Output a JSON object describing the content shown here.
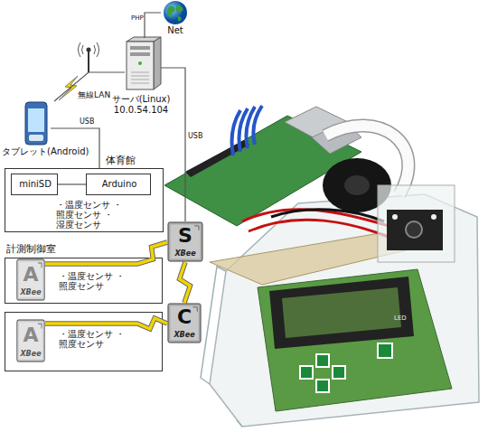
{
  "diagram": {
    "nodes": [
      {
        "text": [
          "Net"
        ]
      },
      {
        "text": [
          "サーバ(Linux) 10.0.54.104"
        ]
      },
      {
        "text": [
          "タブレット(Android)"
        ]
      },
      {
        "text": [
          "体育館",
          "・温度センサ ・照度センサ ・湿度センサ"
        ]
      },
      {
        "text": [
          "miniSD"
        ],
        "in": 3
      },
      {
        "text": [
          "Arduino"
        ],
        "in": 3
      },
      {
        "text": [
          "S",
          "XBee"
        ]
      },
      {
        "text": [
          "計測制御室",
          "・温度センサ ・照度センサ"
        ]
      },
      {
        "text": [
          "A",
          "XBee"
        ],
        "in": 7
      },
      {
        "text": [
          "C",
          "XBee"
        ]
      },
      {
        "text": [
          "・温度センサ ・照度センサ"
        ]
      },
      {
        "text": [
          "A",
          "XBee"
        ],
        "in": 10
      }
    ],
    "edges": [
      {
        "from": 1,
        "to": 0,
        "label": "PHP",
        "arrow": "none"
      },
      {
        "from": 2,
        "to": 1,
        "label": "無線LAN",
        "arrow": "none"
      },
      {
        "from": 2,
        "to": 3,
        "label": "USB",
        "arrow": "none"
      },
      {
        "from": 4,
        "to": 5,
        "arrow": "none"
      },
      {
        "from": 1,
        "to": 6,
        "label": "USB",
        "arrow": "none"
      },
      {
        "from": 6,
        "to": 8,
        "arrow": "none"
      },
      {
        "from": 6,
        "to": 9,
        "arrow": "none"
      },
      {
        "from": 9,
        "to": 11,
        "arrow": "none"
      }
    ],
    "labels": [
      "LED"
    ]
  }
}
